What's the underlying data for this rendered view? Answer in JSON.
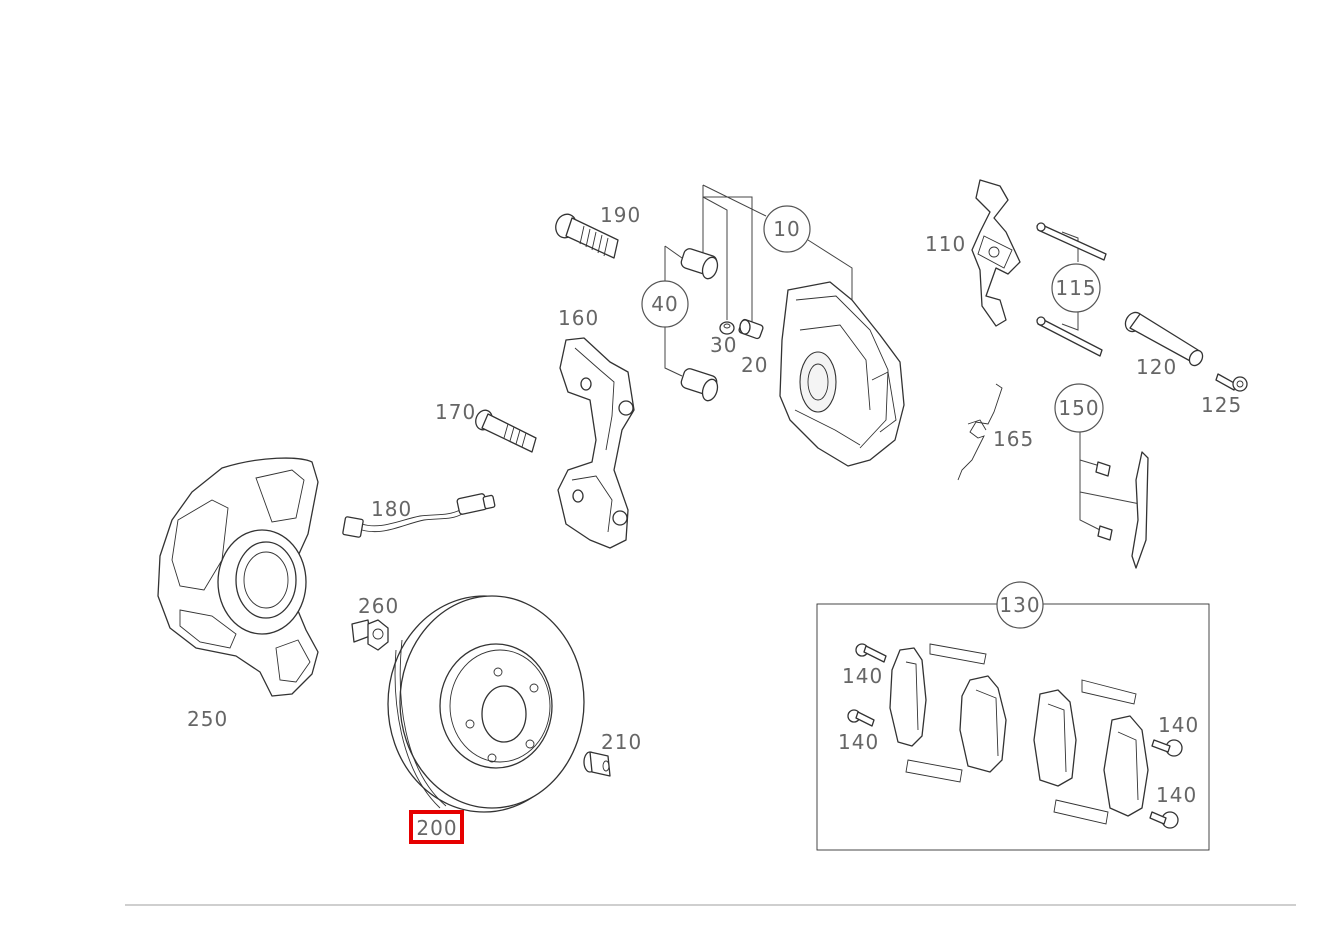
{
  "callouts": {
    "p10": "10",
    "p40": "40",
    "p115": "115",
    "p150": "150",
    "p130": "130"
  },
  "labels": {
    "p190": "190",
    "p160": "160",
    "p30": "30",
    "p20": "20",
    "p110": "110",
    "p120": "120",
    "p125": "125",
    "p170": "170",
    "p165": "165",
    "p180": "180",
    "p260": "260",
    "p250": "250",
    "p210": "210",
    "p200": "200",
    "p140a": "140",
    "p140b": "140",
    "p140c": "140",
    "p140d": "140"
  },
  "selected_part": "200",
  "colors": {
    "highlight": "#e60000",
    "label_text": "#666666",
    "line_art": "#333333"
  }
}
